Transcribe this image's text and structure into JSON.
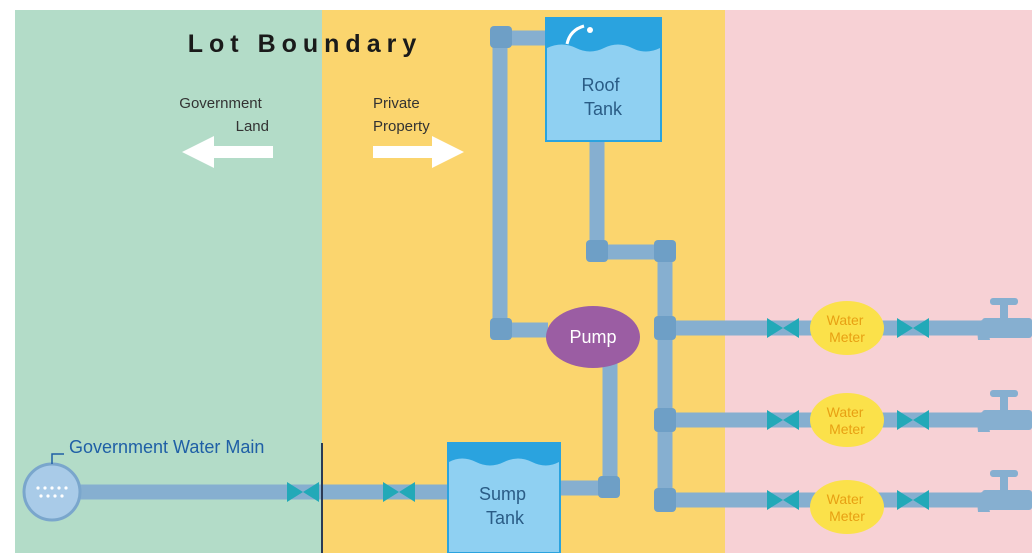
{
  "boundary": {
    "title": "Lot Boundary"
  },
  "zones": {
    "left": {
      "lines": [
        "Government",
        "Land"
      ]
    },
    "right": {
      "lines": [
        "Private",
        "Property"
      ]
    }
  },
  "tanks": {
    "roof": {
      "lines": [
        "Roof",
        "Tank"
      ]
    },
    "sump": {
      "lines": [
        "Sump",
        "Tank"
      ]
    }
  },
  "pump": {
    "label": "Pump"
  },
  "water_main": {
    "label": "Government Water Main"
  },
  "meters": [
    {
      "lines": [
        "Water",
        "Meter"
      ]
    },
    {
      "lines": [
        "Water",
        "Meter"
      ]
    },
    {
      "lines": [
        "Water",
        "Meter"
      ]
    }
  ],
  "colors": {
    "government_zone": "#b3dcc8",
    "private_zone": "#fbd56e",
    "residence_zone": "#f7d1d5",
    "pipe": "#86afd0",
    "pipe_joint": "#6e9fc6",
    "tank_fill": "#8fd0f2",
    "tank_water_top": "#2aa3df",
    "pump": "#9b5da3",
    "meter": "#fbe14a",
    "meter_text": "#e8a013",
    "valve": "#22a9b8",
    "main_label": "#1f5fa6"
  }
}
